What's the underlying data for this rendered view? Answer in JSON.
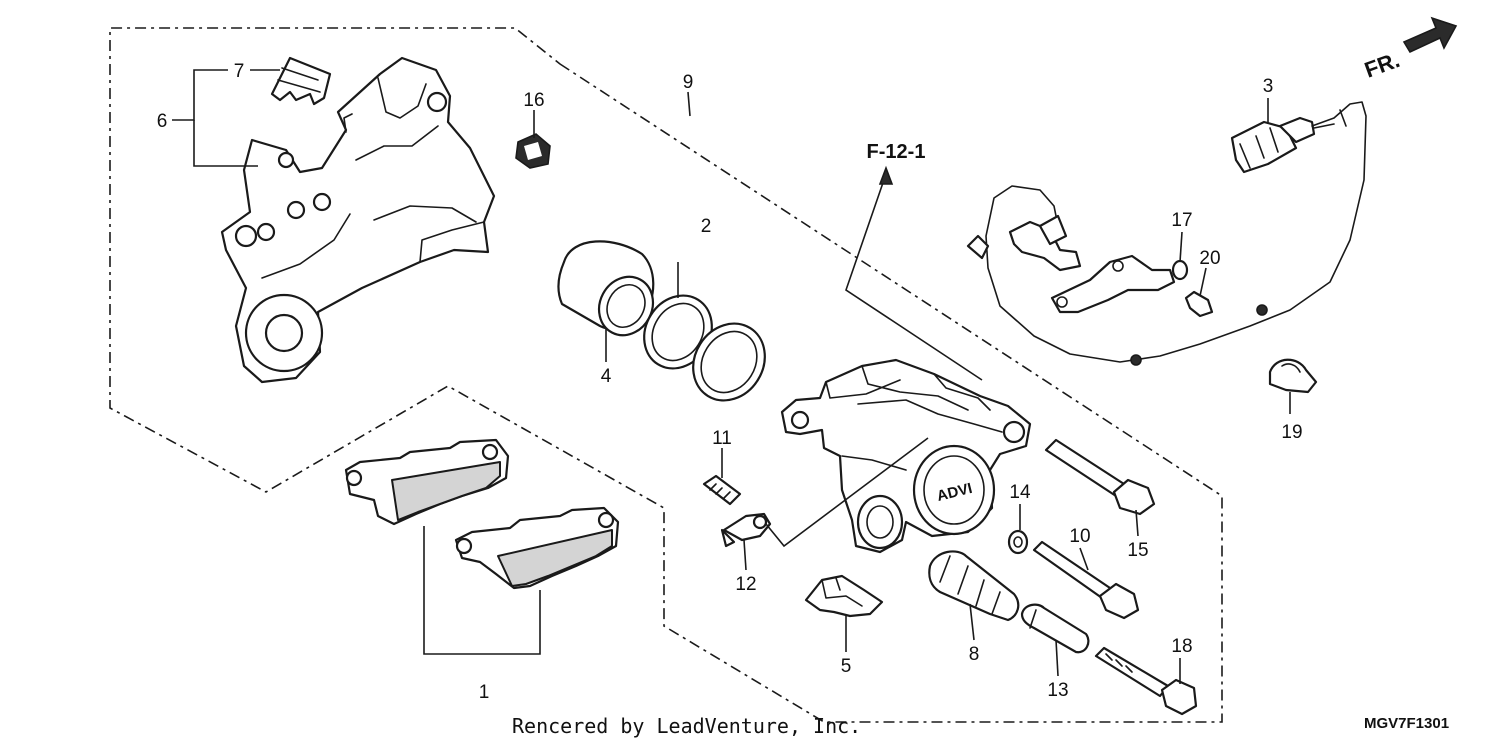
{
  "callouts": {
    "p1": "1",
    "p2": "2",
    "p3": "3",
    "p4": "4",
    "p5": "5",
    "p6": "6",
    "p7": "7",
    "p8": "8",
    "p9": "9",
    "p10": "10",
    "p11": "11",
    "p12": "12",
    "p13": "13",
    "p14": "14",
    "p15": "15",
    "p16": "16",
    "p17": "17",
    "p18": "18",
    "p19": "19",
    "p20": "20"
  },
  "reference": "F-12-1",
  "direction": "FR.",
  "caliper_marking": "ADVI",
  "footer": {
    "credit": "Rencered by LeadVenture, Inc.",
    "code": "MGV7F1301"
  }
}
